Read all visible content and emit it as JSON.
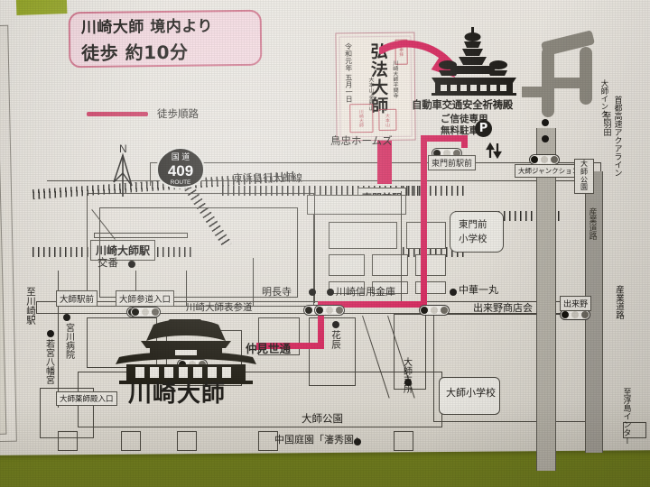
{
  "document": {
    "kind": "tourist-walking-map-leaflet",
    "title_banner": {
      "line1": "川崎大師 境内より",
      "line2": "徒歩 約10分"
    },
    "legend": {
      "route_label": "徒歩順路",
      "route_color": "#cf3a62"
    },
    "compass": {
      "north": "N"
    },
    "route_shield": {
      "top": "国 道",
      "number": "409",
      "bottom": "ROUTE"
    }
  },
  "goshuin": {
    "right_header": "奉拝",
    "center_brush": "弘法大師",
    "date_column": "令和元年 五月一日",
    "temple_column": "川崎大師平間寺",
    "mountain_column": "大本山 金剛山",
    "stamp_small": "大本山",
    "stamp_large": "川崎大師"
  },
  "illustrations": {
    "kitoden_label": "自動車交通安全祈祷殿",
    "parking_line1": "ご信徒専用",
    "parking_line2": "無料駐車場",
    "parking_icon": "P",
    "temple_label": "川崎大師"
  },
  "railways": [
    {
      "name": "京浜急行大師線"
    }
  ],
  "stations": [
    {
      "name": "川崎大師駅"
    },
    {
      "name": "東門前駅"
    }
  ],
  "intersections": [
    {
      "name": "大師駅前"
    },
    {
      "name": "大師参道入口"
    },
    {
      "name": "大師薬師殿入口"
    },
    {
      "name": "東門前駅前"
    },
    {
      "name": "大師ジャンクション"
    },
    {
      "name": "出来野"
    }
  ],
  "places": [
    {
      "name": "鳥忠ホームズ"
    },
    {
      "name": "交番"
    },
    {
      "name": "宮川病院"
    },
    {
      "name": "若宮八幡宮"
    },
    {
      "name": "明長寺"
    },
    {
      "name": "川崎信用金庫"
    },
    {
      "name": "花辰"
    },
    {
      "name": "中華一丸"
    },
    {
      "name": "出来野商店会"
    },
    {
      "name": "東門前小学校"
    },
    {
      "name": "大師小学校"
    },
    {
      "name": "大師支所"
    },
    {
      "name": "大師公園"
    },
    {
      "name": "中国庭園「瀋秀園」"
    },
    {
      "name": "川崎大師表参道"
    },
    {
      "name": "仲見世通"
    }
  ],
  "directions": [
    {
      "text": "至川崎駅"
    },
    {
      "text": "大師インター"
    },
    {
      "text": "首都高速アクアライン"
    },
    {
      "text": "至羽田"
    },
    {
      "text": "産業道路"
    },
    {
      "text": "至浮島インター"
    }
  ],
  "area_labels": [
    {
      "name": "大師公園"
    }
  ]
}
